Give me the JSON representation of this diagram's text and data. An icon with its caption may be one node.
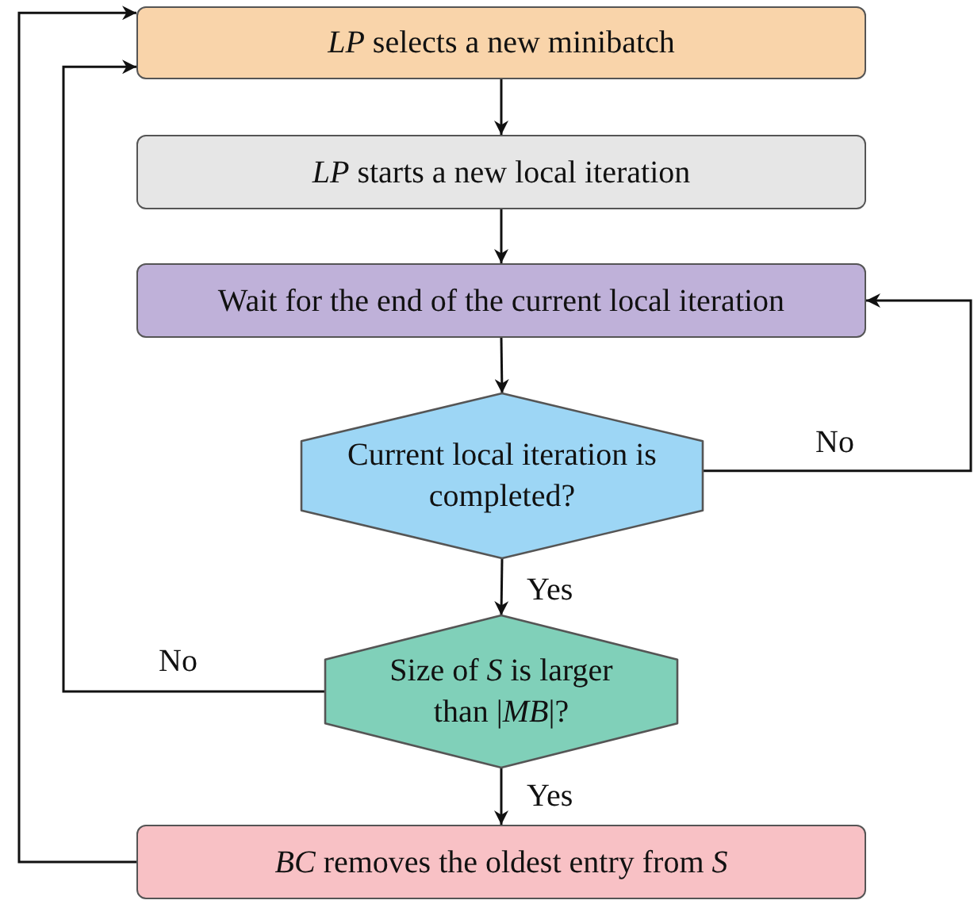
{
  "diagram": {
    "nodes": [
      {
        "text": [
          "*LP* selects a new minibatch"
        ]
      },
      {
        "text": [
          "*LP* starts a new local iteration"
        ]
      },
      {
        "text": [
          "Wait for the end of the current local iteration"
        ]
      },
      {
        "text": [
          "Current local iteration is completed?"
        ]
      },
      {
        "text": [
          "Size of *S* is larger than |*MB*|?"
        ]
      },
      {
        "text": [
          "*BC* removes the oldest entry from *S*"
        ]
      }
    ],
    "edges": [
      {
        "from": 0,
        "to": 1,
        "arrow": "to"
      },
      {
        "from": 1,
        "to": 2,
        "arrow": "to"
      },
      {
        "from": 2,
        "to": 3,
        "arrow": "to"
      },
      {
        "from": 3,
        "to": 4,
        "arrow": "to",
        "label": "Yes"
      },
      {
        "from": 3,
        "to": 2,
        "arrow": "to",
        "label": "No"
      },
      {
        "from": 4,
        "to": 0,
        "arrow": "to",
        "label": "No"
      },
      {
        "from": 4,
        "to": 5,
        "arrow": "to",
        "label": "Yes"
      },
      {
        "from": 5,
        "to": 0,
        "arrow": "to"
      }
    ]
  }
}
